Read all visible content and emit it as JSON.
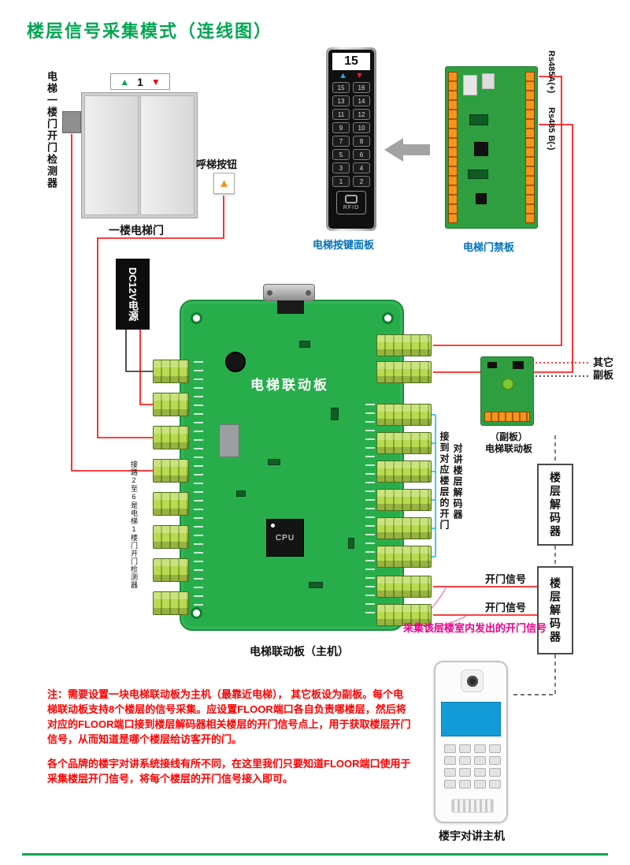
{
  "title": "楼层信号采集模式（连线图）",
  "colors": {
    "title_green": "#00a651",
    "wire_red": "#ff0000",
    "blue_label": "#0071bc",
    "magenta_note": "#ec008c",
    "pcb_green": "#27ae4b",
    "terminal_orange": "#f7941d"
  },
  "elevator": {
    "detector_label": "电梯一楼门开门检测器",
    "indicator_up": "▲",
    "indicator_floor": "1",
    "indicator_down": "▼",
    "door_caption": "一楼电梯门",
    "call_button_label": "呼梯按钮",
    "call_button_glyph": "▲"
  },
  "button_panel": {
    "display_value": "15",
    "nav_up": "▲",
    "nav_down": "▼",
    "buttons": [
      "15",
      "16",
      "13",
      "14",
      "11",
      "12",
      "9",
      "10",
      "7",
      "8",
      "5",
      "6",
      "3",
      "4",
      "1",
      "2"
    ],
    "rfid_label": "RFID",
    "caption": "电梯按键面板"
  },
  "access_board": {
    "caption": "电梯门禁板",
    "rs485_a": "Rs485A(+)",
    "rs485_b": "Rs485 B(-)"
  },
  "power_label": "DC12V电源",
  "main_board": {
    "name": "电梯联动板",
    "cpu_label": "CPU",
    "caption": "电梯联动板（主机）",
    "left_wiring_note": "接路2至6是电梯1楼门开门检测器",
    "right_wiring_note_col1": "接到对应楼层的开门",
    "right_wiring_note_col2": "对讲楼层解码器"
  },
  "sub_board": {
    "caption_line1": "（副板）",
    "caption_line2": "电梯联动板",
    "other_boards_line1": "其它",
    "other_boards_line2": "副板"
  },
  "decoder_top_label": "楼层解码器",
  "decoder_bottom_label": "楼层解码器",
  "signals": {
    "open_signal_1": "开门信号",
    "open_signal_2": "开门信号",
    "collect_note": "采集该层楼室内发出的开门信号"
  },
  "notes": [
    "注：需要设置一块电梯联动板为主机（最靠近电梯）， 其它板设为副板。每个电梯联动板支持8个楼层的信号采集。应设置FLOOR端口各自负责哪楼层，然后将对应的FLOOR端口接到楼层解码器相关楼层的开门信号点上，用于获取楼层开门信号，从而知道是哪个楼层给访客开的门。",
    "各个品牌的楼宇对讲系统接线有所不同，在这里我们只要知道FLOOR端口使用于采集楼层开门信号，将每个楼层的开门信号接入即可。"
  ],
  "intercom": {
    "caption": "楼宇对讲主机"
  }
}
